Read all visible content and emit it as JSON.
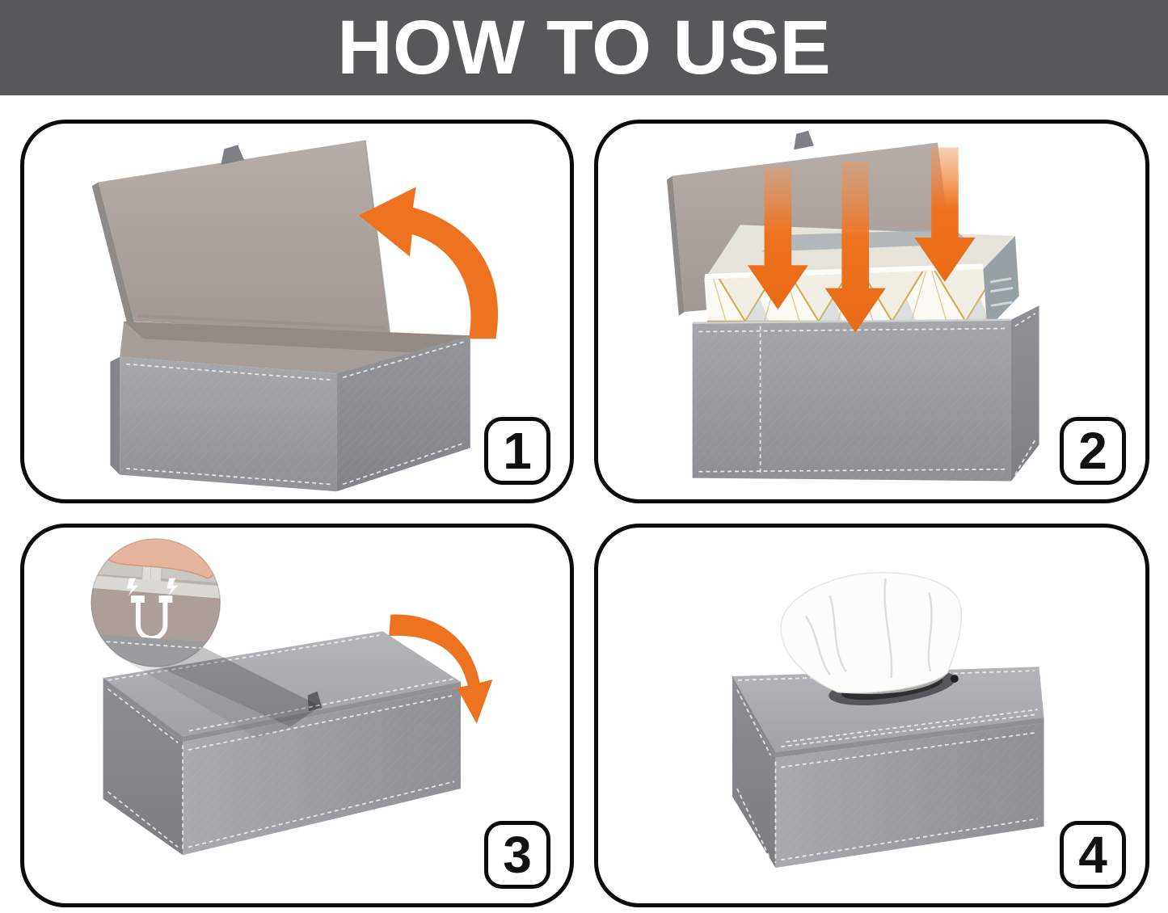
{
  "header": {
    "title": "HOW TO USE"
  },
  "steps": [
    {
      "number": "1",
      "arrow_icon": "curved-arrow-up-left"
    },
    {
      "number": "2",
      "arrow_icon": "three-down-arrows"
    },
    {
      "number": "3",
      "arrow_icon": "curved-arrow-down",
      "detail_icon": "magnet-magnifier"
    },
    {
      "number": "4"
    }
  ],
  "colors": {
    "page-bg": "#ffffff",
    "header-bg": "#57585a",
    "panel-border": "#0b0b0b",
    "accent-orange": "#ed7320",
    "box-gray": "#9a9ca0",
    "box-gray-dark": "#85878b",
    "box-gray-light": "#aeb0b4",
    "lid-taupe": "#ada29c",
    "interior-taupe": "#a3998f",
    "stitch": "#f3f3f1",
    "tissue-cream": "#f2eee3",
    "tissue-gold": "#c9a94e",
    "kleenex-gray": "#97a0a4",
    "skin": "#e7b49e"
  }
}
